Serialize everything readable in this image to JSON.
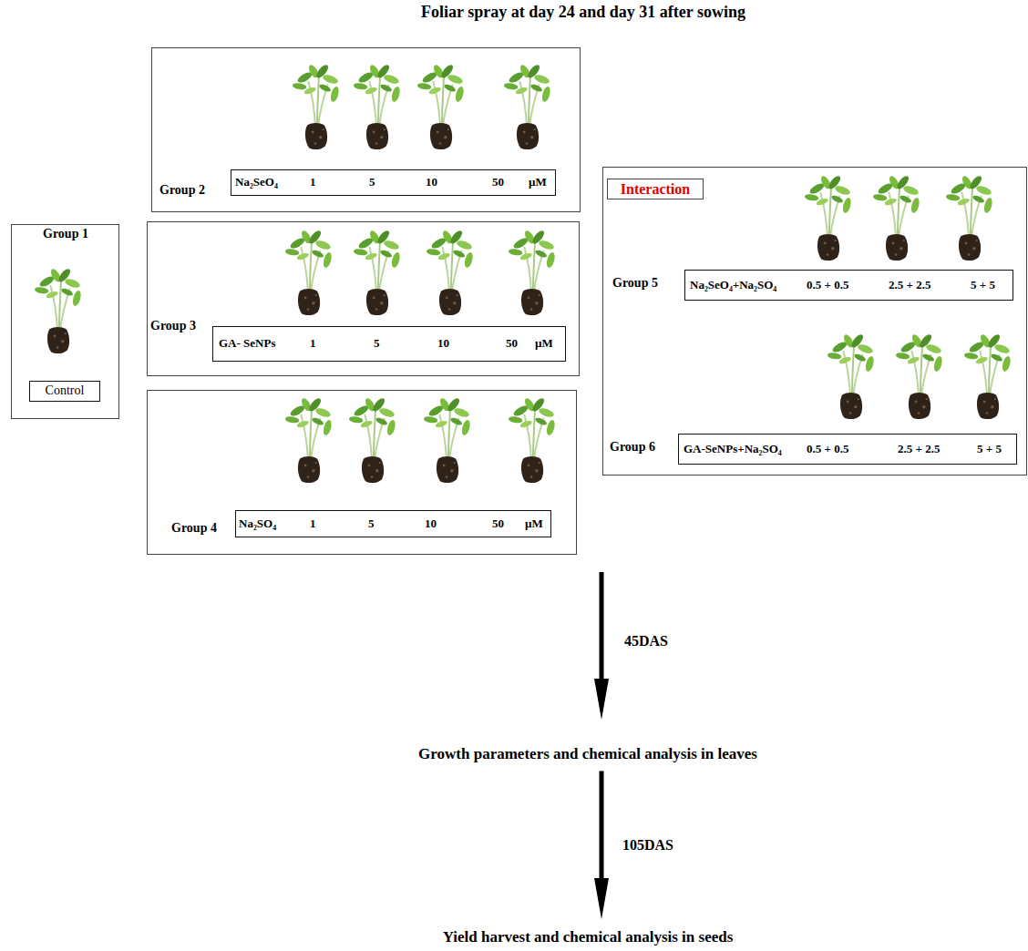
{
  "diagram": {
    "title": "Foliar spray at day 24 and day 31 after sowing",
    "nodes": [
      {
        "text": [
          "Group 1"
        ]
      },
      {
        "text": [
          "Control"
        ],
        "in": 0
      },
      {
        "text": [
          "Group 2"
        ]
      },
      {
        "text": [
          "Na₂SeO₄",
          "1",
          "5",
          "10",
          "50",
          "µM"
        ],
        "in": 2
      },
      {
        "text": [
          "Group 3"
        ]
      },
      {
        "text": [
          "GA- SeNPs",
          "1",
          "5",
          "10",
          "50",
          "µM"
        ],
        "in": 4
      },
      {
        "text": [
          "Group 4"
        ]
      },
      {
        "text": [
          "Na₂SO₄",
          "1",
          "5",
          "10",
          "50",
          "µM"
        ],
        "in": 6
      },
      {
        "text": [
          "Group 5",
          "Group 6"
        ]
      },
      {
        "text": [
          "Interaction"
        ],
        "in": 8
      },
      {
        "text": [
          "Na₂SeO₄+Na₂SO₄",
          "0.5 + 0.5",
          "2.5 + 2.5",
          "5 + 5"
        ],
        "in": 8
      },
      {
        "text": [
          "GA-SeNPs+Na₂SO₄",
          "0.5 + 0.5",
          "2.5 + 2.5",
          "5 + 5"
        ],
        "in": 8
      },
      {
        "text": [
          "Growth parameters and chemical analysis in leaves"
        ]
      },
      {
        "text": [
          "Yield harvest and chemical analysis in seeds"
        ]
      }
    ],
    "edges": [
      {
        "from": 12,
        "to": 13,
        "arrow": "to",
        "label": "105DAS"
      }
    ],
    "labels": [
      "45DAS"
    ]
  }
}
